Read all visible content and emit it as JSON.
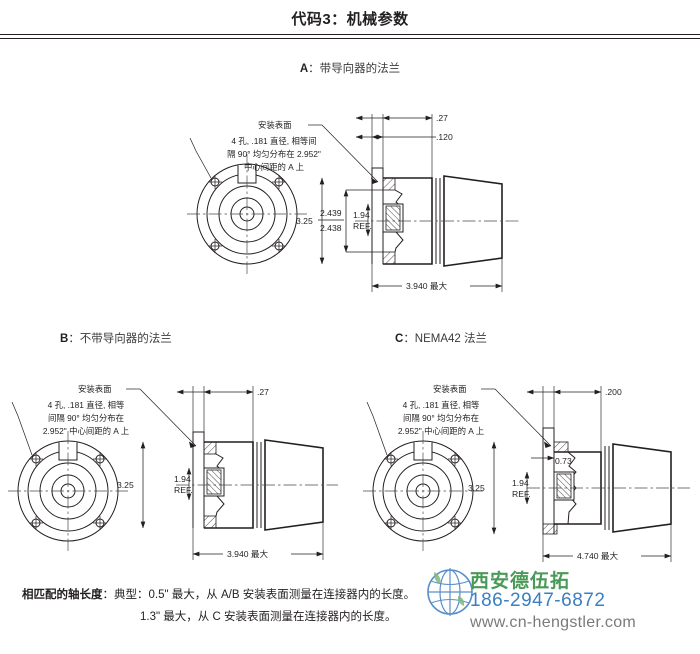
{
  "header": {
    "title": "代码3：机械参数"
  },
  "sections": {
    "a": {
      "caption_label": "A",
      "caption_text": "：带导向器的法兰",
      "notes": {
        "mounting_surface": "安装表面",
        "holes_line1": "4 孔, .181 直径, 相等间",
        "holes_line2": "隔 90° 均匀分布在 2.952\"",
        "holes_line3": "中心间距的 A 上"
      },
      "dims": {
        "d_27": ".27",
        "d_120": ".120",
        "bore_upper": "2.439",
        "bore_lower": "2.438",
        "flange_dia": "3.25",
        "ref_val": "1.94",
        "ref_word": "REF.",
        "length": "3.940 最大"
      }
    },
    "b": {
      "caption_label": "B",
      "caption_text": "：不带导向器的法兰",
      "notes": {
        "mounting_surface": "安装表面",
        "holes_line1": "4 孔, .181 直径, 相等",
        "holes_line2": "间隔 90° 均匀分布在",
        "holes_line3": "2.952\" 中心间距的 A 上"
      },
      "dims": {
        "d_27": ".27",
        "flange_dia": "3.25",
        "ref_val": "1.94",
        "ref_word": "REF.",
        "length": "3.940 最大"
      }
    },
    "c": {
      "caption_label": "C",
      "caption_text": "：NEMA42 法兰",
      "notes": {
        "mounting_surface": "安装表面",
        "holes_line1": "4 孔, .181 直径, 相等",
        "holes_line2": "间隔 90° 均匀分布在",
        "holes_line3": "2.952\" 中心间距的 A 上"
      },
      "dims": {
        "d_200": ".200",
        "d_073": "0.73",
        "flange_dia": "3.25",
        "ref_val": "1.94",
        "ref_word": "REF.",
        "length": "4.740 最大"
      }
    }
  },
  "footer": {
    "label": "相匹配的轴长度",
    "line1": "：典型：0.5\" 最大，从 A/B 安装表面测量在连接器内的长度。",
    "line2": "1.3\" 最大，从 C 安装表面测量在连接器内的长度。"
  },
  "watermark": {
    "company": "西安德伍拓",
    "phone": "186-2947-6872",
    "website": "www.cn-hengstler.com",
    "company_color": "#4a9a57",
    "phone_color": "#3a7fc1",
    "website_color": "#7a7a7a"
  }
}
